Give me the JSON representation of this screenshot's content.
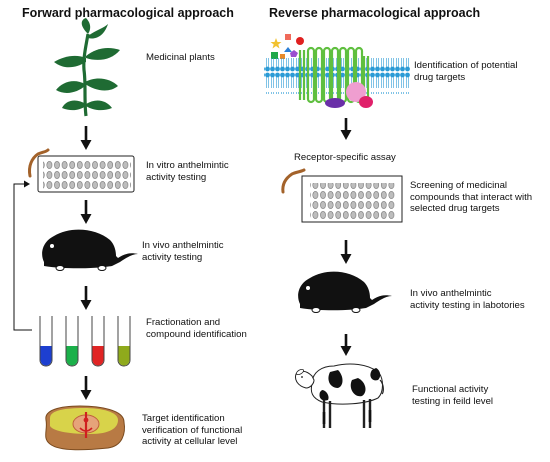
{
  "forward": {
    "title": "Forward pharmacological approach",
    "steps": [
      {
        "line1": "Medicinal plants",
        "line2": ""
      },
      {
        "line1": "In vitro anthelmintic",
        "line2": "activity testing"
      },
      {
        "line1": "In vivo anthelmintic",
        "line2": "activity testing"
      },
      {
        "line1": "Fractionation and",
        "line2": "compound identification"
      },
      {
        "line1": "Target identification",
        "line2": "verification of functional",
        "line3": "activity at cellular level"
      }
    ]
  },
  "reverse": {
    "title": "Reverse pharmacological approach",
    "assay_label": "Receptor-specific assay",
    "steps": [
      {
        "line1": "Identification of potential",
        "line2": "drug targets"
      },
      {
        "line1": "Screening of medicinal",
        "line2": "compounds that interact with",
        "line3": "selected drug targets"
      },
      {
        "line1": "In vivo anthelmintic",
        "line2": "activity testing in labotories"
      },
      {
        "line1": "Functional activity",
        "line2": "testing in feild level"
      }
    ]
  },
  "colors": {
    "plant_green": "#1f6b33",
    "worm_brown": "#a3622a",
    "membrane_green": "#5fbf3f",
    "lipid_blue": "#2b9bd6",
    "tube_blue": "#1d3fd0",
    "tube_green": "#1bb04a",
    "tube_red": "#e02424",
    "tube_olive": "#8faa1c"
  },
  "icons": [
    "plant-icon",
    "worm-icon",
    "well-plate-icon",
    "mouse-icon",
    "test-tubes-icon",
    "cell-icon",
    "membrane-icon",
    "sheep-icon"
  ]
}
